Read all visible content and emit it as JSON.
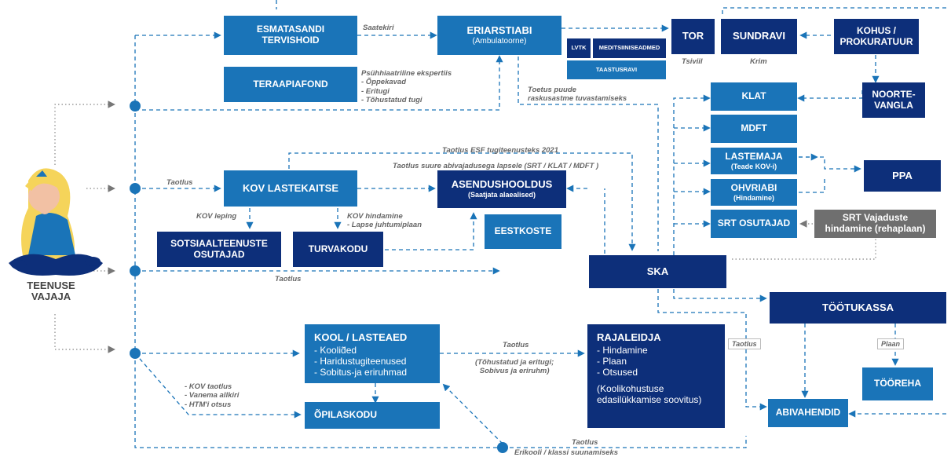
{
  "person": {
    "line1": "TEENUSE",
    "line2": "VAJAJA"
  },
  "boxes": {
    "esmatasandi": {
      "line1": "ESMATASANDI",
      "line2": "TERVISHOID"
    },
    "teraapiafond": "TERAAPIAFOND",
    "eriarstiabi": {
      "title": "ERIARSTIABI",
      "sub": "(Ambulatoorne)"
    },
    "lvtk": "LVTK",
    "meditsiiniseadmed": "MEDITSIINISEADMED",
    "taastusravi": "TAASTUSRAVI",
    "tor": "TOR",
    "sundravi": "SUNDRAVI",
    "kohus": {
      "line1": "KOHUS /",
      "line2": "PROKURATUUR"
    },
    "noortevangla": {
      "line1": "NOORTE-",
      "line2": "VANGLA"
    },
    "klat": "KLAT",
    "mdft": "MDFT",
    "lastemaja": {
      "title": "LASTEMAJA",
      "sub": "(Teade KOV-i)"
    },
    "ohvriabi": {
      "title": "OHVRIABI",
      "sub": "(Hindamine)"
    },
    "srt_osutajad": "SRT OSUTAJAD",
    "ppa": "PPA",
    "srt_vajaduste": {
      "line1": "SRT Vajaduste",
      "line2": "hindamine (rehaplaan)"
    },
    "kov_lastekaitse": "KOV LASTEKAITSE",
    "asendushooldus": {
      "title": "ASENDUSHOOLDUS",
      "sub": "(Saatjata alaealised)"
    },
    "eestkoste": "EESTKOSTE",
    "sotsiaal": {
      "line1": "SOTSIAALTEENUSTE",
      "line2": "OSUTAJAD"
    },
    "turvakodu": "TURVAKODU",
    "ska": "SKA",
    "tootukassa": "TÖÖTUKASSA",
    "tooreha": "TÖÖREHA",
    "abivahendid": "ABIVAHENDID",
    "kool": {
      "title": "KOOL / LASTEAED",
      "items": [
        "- Koolid̃ed",
        "- Haridustugiteenused",
        "- Sobitus-ja eriruhmad"
      ]
    },
    "opilaskodu": "ÕPILASKODU",
    "rajaleidja": {
      "title": "RAJALEIDJA",
      "items": [
        "- Hindamine",
        "- Plaan",
        "- Otsused"
      ],
      "note1": "(Koolikohustuse",
      "note2": "edasilükkamise soovitus)"
    }
  },
  "labels": {
    "saatekiri": "Saatekiri",
    "tsiviil": "Tsiviil",
    "krim": "Krim",
    "psyh1": "Psühhiaatriline ekspertiis",
    "psyh2": "- Õppekavad",
    "psyh3": "- Eritugi",
    "psyh4": "- Tõhustatud tugi",
    "toetus1": "Toetus puude",
    "toetus2": "raskusastme tuvastamiseks",
    "taotlus_esf": "Taotlus ESF tugiteenusteks 2021",
    "taotlus_suure": "Taotlus suure abivajadusega lapsele (SRT / KLAT / MDFT )",
    "taotlus_kov": "Taotlus",
    "kov_leping": "KOV leping",
    "kov_hind1": "KOV hindamine",
    "kov_hind2": "- Lapse juhtumiplaan",
    "taotlus_ska": "Taotlus",
    "taotlus_raja": "Taotlus",
    "tohust1": "(Tõhustatud ja eritugi;",
    "tohust2": "Sobivus ja eriruhm)",
    "opilas1": "- KOV taotlus",
    "opilas2": "- Vanema allkiri",
    "opilas3": "- HTM'i otsus",
    "taotlus_bottom": "Taotlus",
    "erikooli": "Erikooli / klassi suunamiseks",
    "taotlus_abiv": "Taotlus",
    "plaan": "Plaan"
  },
  "colors": {
    "light": "#1a74b8",
    "dark": "#0d2f7a",
    "gray": "#6f6f6f"
  }
}
